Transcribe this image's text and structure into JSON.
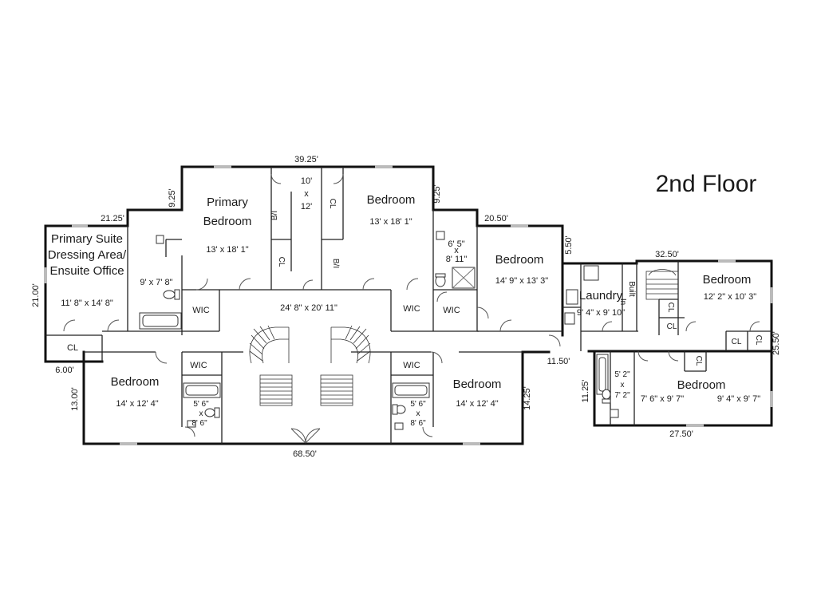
{
  "floor_title": "2nd Floor",
  "rooms": {
    "primary_suite": {
      "name": [
        "Primary Suite",
        "Dressing Area/",
        "Ensuite Office"
      ],
      "size": "11' 8\" x 14' 8\""
    },
    "primary_bath": {
      "size": "9' x 7' 8\""
    },
    "primary_bedroom": {
      "name": [
        "Primary",
        "Bedroom"
      ],
      "size": "13' x 18' 1\""
    },
    "hall_closet": {
      "size": [
        "10'",
        "x",
        "12'"
      ]
    },
    "bedroom_top": {
      "name": "Bedroom",
      "size": "13' x 18' 1\""
    },
    "jack_bath": {
      "size": [
        "6' 5\"",
        "x",
        "8' 11\""
      ]
    },
    "bedroom_mid": {
      "name": "Bedroom",
      "size": "14' 9\" x 13' 3\""
    },
    "central_hall": {
      "size": "24' 8\" x 20' 11\""
    },
    "laundry": {
      "name": "Laundry",
      "size": "9' 4\" x 9' 10\""
    },
    "builtin": {
      "label": [
        "Built",
        "In"
      ]
    },
    "bedroom_far_right": {
      "name": "Bedroom",
      "size": "12' 2\" x 10' 3\""
    },
    "bedroom_bottom_left": {
      "name": "Bedroom",
      "size": "14' x 12' 4\""
    },
    "bath_bottom_left": {
      "size": [
        "5' 6\"",
        "x",
        "8' 6\""
      ]
    },
    "bedroom_bottom_mid": {
      "name": "Bedroom",
      "size": "14' x 12' 4\""
    },
    "bath_bottom_mid": {
      "size": [
        "5' 6\"",
        "x",
        "8' 6\""
      ]
    },
    "bath_bottom_right": {
      "size": [
        "5' 2\"",
        "x",
        "7' 2\""
      ]
    },
    "bedroom_bottom_right": {
      "name": "Bedroom",
      "size_a": "7' 6\" x 9' 7\"",
      "size_b": "9' 4\" x 9' 7\""
    }
  },
  "labels": {
    "wic": "WIC",
    "cl": "CL",
    "bi": "B/I"
  },
  "dimensions": {
    "top_center": "39.25'",
    "top_left_wing": "21.25'",
    "left_vert": "9.25'",
    "right_vert": "9.25'",
    "mid_right_top": "20.50'",
    "vert_5_50": "5.50'",
    "right_wing_top": "32.50'",
    "left_side": "21.00'",
    "left_bottom": "6.00'",
    "bottom_left_vert": "13.00'",
    "bottom_center": "68.50'",
    "bottom_mid_vert": "14.25'",
    "connector": "11.50'",
    "right_bottom_vert": "11.25'",
    "right_bottom": "27.50'",
    "far_right_vert": "25.50'"
  }
}
